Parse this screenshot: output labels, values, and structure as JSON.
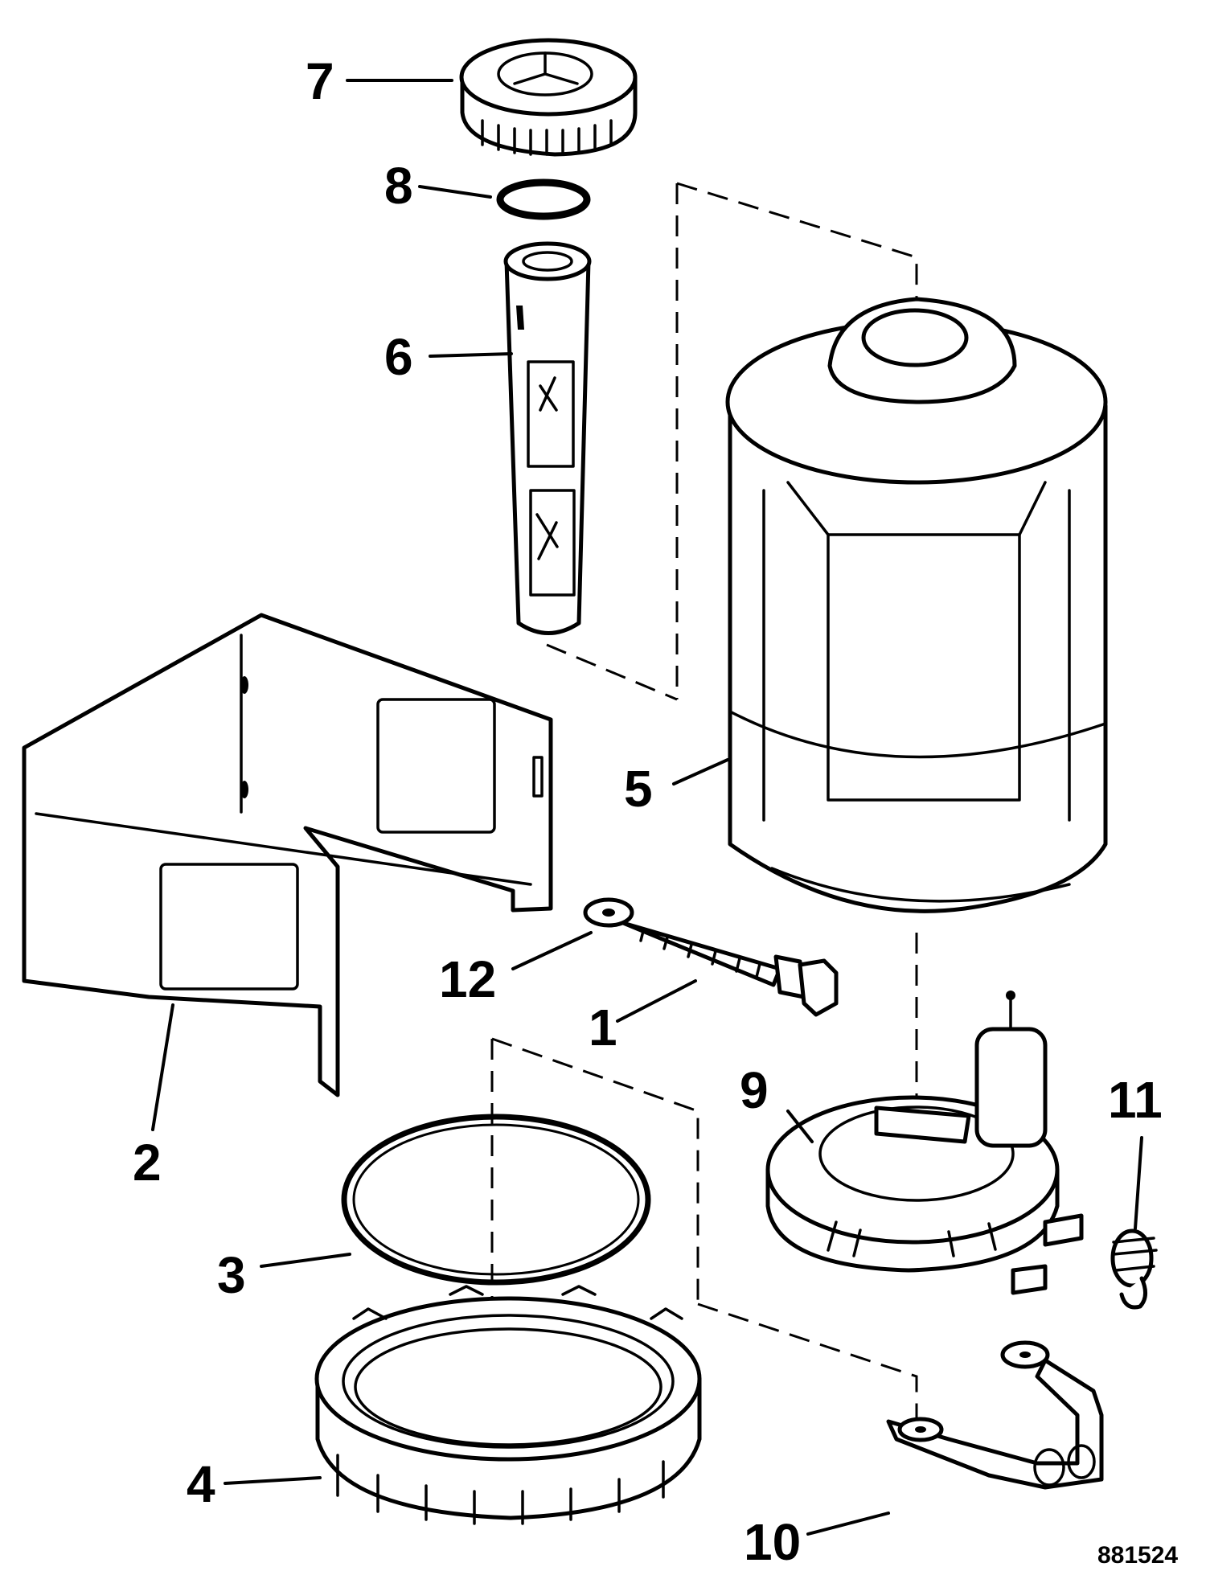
{
  "diagram": {
    "callouts": [
      {
        "label": "7"
      },
      {
        "label": "8"
      },
      {
        "label": "6"
      },
      {
        "label": "5"
      },
      {
        "label": "12"
      },
      {
        "label": "1"
      },
      {
        "label": "9"
      },
      {
        "label": "11"
      },
      {
        "label": "2"
      },
      {
        "label": "3"
      },
      {
        "label": "4"
      },
      {
        "label": "10"
      }
    ],
    "figure_code": "881524",
    "colors": {
      "ink": "#000000",
      "paper": "#ffffff"
    }
  }
}
